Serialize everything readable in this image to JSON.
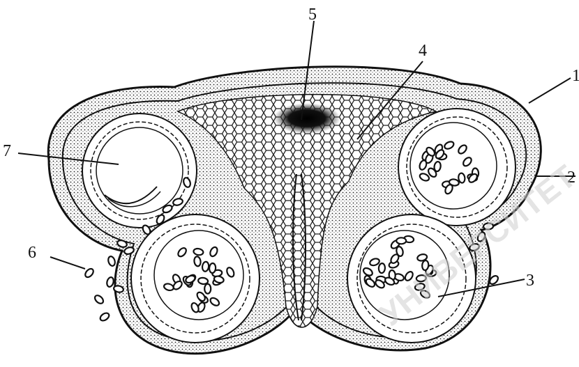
{
  "labels": [
    {
      "id": "1",
      "text": "1"
    },
    {
      "id": "2",
      "text": "2"
    },
    {
      "id": "3",
      "text": "3"
    },
    {
      "id": "4",
      "text": "4"
    },
    {
      "id": "5",
      "text": "5"
    },
    {
      "id": "6",
      "text": "6"
    },
    {
      "id": "7",
      "text": "7"
    }
  ],
  "watermark": {
    "text": "УНИВЕРСИТЕТ"
  },
  "colors": {
    "ink": "#111111",
    "background": "#ffffff"
  }
}
